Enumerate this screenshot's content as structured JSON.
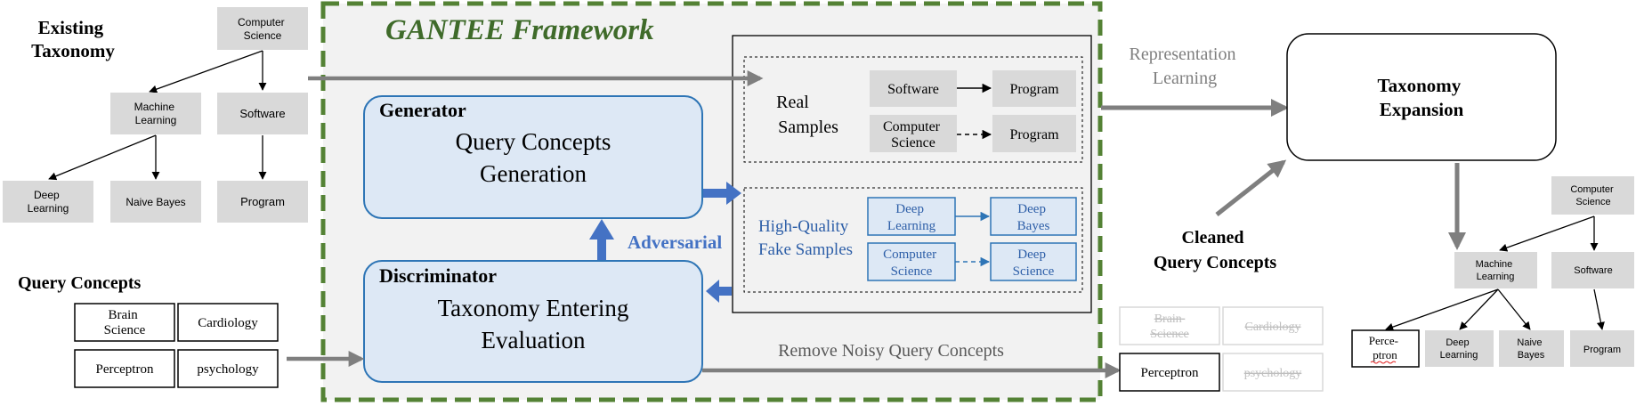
{
  "existing_taxonomy": {
    "title_line1": "Existing",
    "title_line2": "Taxonomy",
    "nodes": {
      "computer_science": [
        "Computer",
        "Science"
      ],
      "machine_learning": [
        "Machine",
        "Learning"
      ],
      "software": [
        "Software"
      ],
      "deep_learning": [
        "Deep",
        "Learning"
      ],
      "naive_bayes": [
        "Naive Bayes"
      ],
      "program": [
        "Program"
      ]
    }
  },
  "query_concepts": {
    "title": "Query Concepts",
    "items": {
      "brain_science": [
        "Brain",
        "Science"
      ],
      "cardiology": [
        "Cardiology"
      ],
      "perceptron": [
        "Perceptron"
      ],
      "psychology": [
        "psychology"
      ]
    }
  },
  "framework": {
    "title": "GANTEE Framework",
    "generator": {
      "label": "Generator",
      "line1": "Query Concepts",
      "line2": "Generation"
    },
    "discriminator": {
      "label": "Discriminator",
      "line1": "Taxonomy Entering",
      "line2": "Evaluation"
    },
    "adversarial_label": "Adversarial",
    "real_samples": {
      "label_line1": "Real",
      "label_line2": "Samples",
      "pair1": {
        "left": [
          "Software"
        ],
        "right": [
          "Program"
        ]
      },
      "pair2": {
        "left": [
          "Computer",
          "Science"
        ],
        "right": [
          "Program"
        ]
      }
    },
    "fake_samples": {
      "label_line1": "High-Quality",
      "label_line2": "Fake Samples",
      "pair1": {
        "left": [
          "Deep",
          "Learning"
        ],
        "right": [
          "Deep",
          "Bayes"
        ]
      },
      "pair2": {
        "left": [
          "Computer",
          "Science"
        ],
        "right": [
          "Deep",
          "Science"
        ]
      }
    },
    "remove_noisy_label": "Remove Noisy Query Concepts"
  },
  "filtered_concepts": {
    "brain_science": [
      "Brain",
      "Science"
    ],
    "cardiology": [
      "Cardiology"
    ],
    "perceptron": [
      "Perceptron"
    ],
    "psychology": [
      "psychology"
    ]
  },
  "representation_learning": [
    "Representation",
    "Learning"
  ],
  "taxonomy_expansion": [
    "Taxonomy",
    "Expansion"
  ],
  "cleaned_query_concepts": [
    "Cleaned",
    "Query Concepts"
  ],
  "expanded_taxonomy": {
    "computer_science": [
      "Computer",
      "Science"
    ],
    "machine_learning": [
      "Machine",
      "Learning"
    ],
    "software": [
      "Software"
    ],
    "perceptron": [
      "Perce-",
      "ptron"
    ],
    "deep_learning": [
      "Deep",
      "Learning"
    ],
    "naive_bayes": [
      "Naive",
      "Bayes"
    ],
    "program": [
      "Program"
    ]
  },
  "colors": {
    "gray_node": "#d9d9d9",
    "gray_arrow": "#7f7f7f",
    "framework_border": "#548235",
    "framework_title": "#3f6b2a",
    "framework_fill": "#f2f2f2",
    "blue_accent": "#4472c4",
    "blue_fill": "#dde8f5",
    "blue_text": "#2e5fa8",
    "faded_text": "#bfbfbf"
  }
}
